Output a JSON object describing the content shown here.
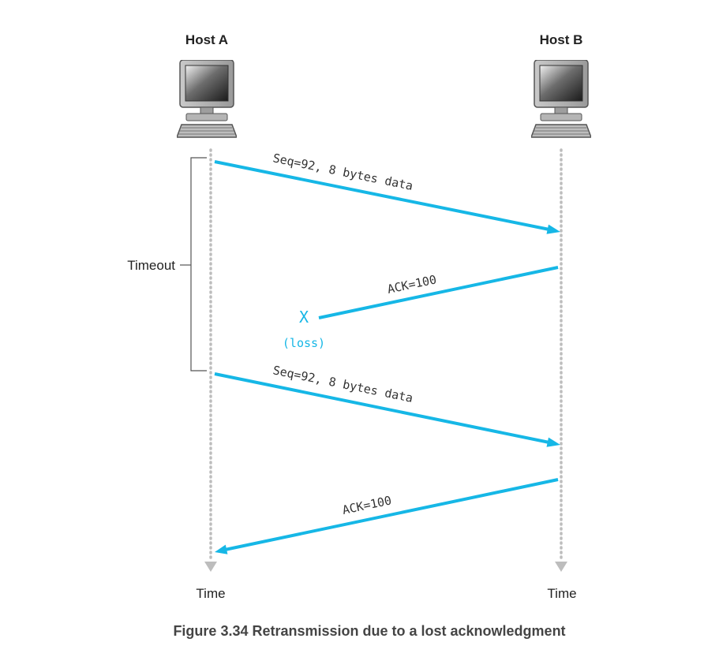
{
  "hosts": {
    "a": {
      "label": "Host A",
      "time_label": "Time"
    },
    "b": {
      "label": "Host B",
      "time_label": "Time"
    }
  },
  "timeout_label": "Timeout",
  "messages": [
    {
      "label": "Seq=92, 8 bytes data",
      "direction": "A to B"
    },
    {
      "label": "ACK=100",
      "direction": "B to A",
      "lost": true
    },
    {
      "label": "Seq=92, 8 bytes data",
      "direction": "A to B"
    },
    {
      "label": "ACK=100",
      "direction": "B to A"
    }
  ],
  "loss": {
    "marker": "X",
    "label": "(loss)"
  },
  "caption": "Figure 3.34 Retransmission due to a lost acknowledgment",
  "colors": {
    "arrow": "#16b7e6",
    "timeline": "#bdbdbd"
  },
  "icons": {
    "host": "desktop-computer-icon"
  }
}
